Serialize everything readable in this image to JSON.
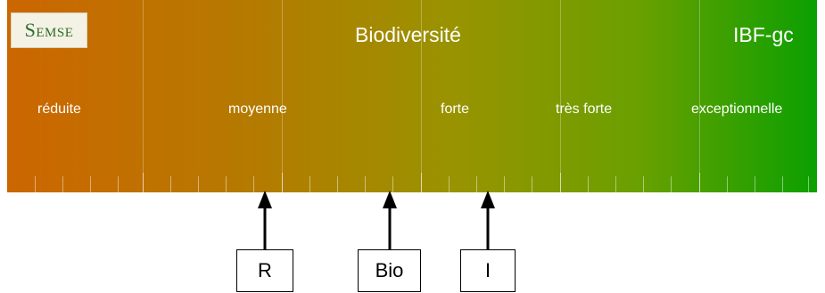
{
  "title": "Biodiversité",
  "index_label": "IBF-gc",
  "logo_text": "Semse",
  "levels": [
    "réduite",
    "moyenne",
    "forte",
    "très forte",
    "exceptionnelle"
  ],
  "markers": [
    "R",
    "Bio",
    "I"
  ],
  "colors": {
    "gradient_start": "#cc6600",
    "gradient_end": "#0ba000",
    "logo_text": "#2c6b2c"
  }
}
